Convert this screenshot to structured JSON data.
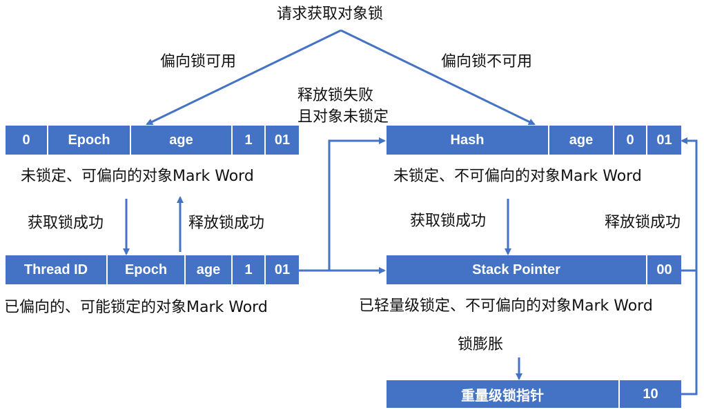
{
  "title": "请求获取对象锁",
  "branch_left": "偏向锁可用",
  "branch_right": "偏向锁不可用",
  "release_fail_line1": "释放锁失败",
  "release_fail_line2": "且对象未锁定",
  "colors": {
    "box_fill": "#4472c4",
    "arrow": "#4472c4",
    "text": "#111111"
  },
  "boxes": {
    "unlocked_biasable": {
      "cells": [
        "0",
        "Epoch",
        "age",
        "1",
        "01"
      ],
      "caption": "未锁定、可偏向的对象Mark Word"
    },
    "biased": {
      "cells": [
        "Thread ID",
        "Epoch",
        "age",
        "1",
        "01"
      ],
      "caption": "已偏向的、可能锁定的对象Mark Word"
    },
    "unlocked_nonbiasable": {
      "cells": [
        "Hash",
        "age",
        "0",
        "01"
      ],
      "caption": "未锁定、不可偏向的对象Mark Word"
    },
    "lightweight": {
      "cells": [
        "Stack Pointer",
        "00"
      ],
      "caption": "已轻量级锁定、不可偏向的对象Mark Word"
    },
    "heavyweight": {
      "cells": [
        "重量级锁指针",
        "10"
      ]
    }
  },
  "edges": {
    "left_acquire": "获取锁成功",
    "left_release": "释放锁成功",
    "right_acquire": "获取锁成功",
    "inflate": "锁膨胀",
    "right_release": "释放锁成功"
  }
}
